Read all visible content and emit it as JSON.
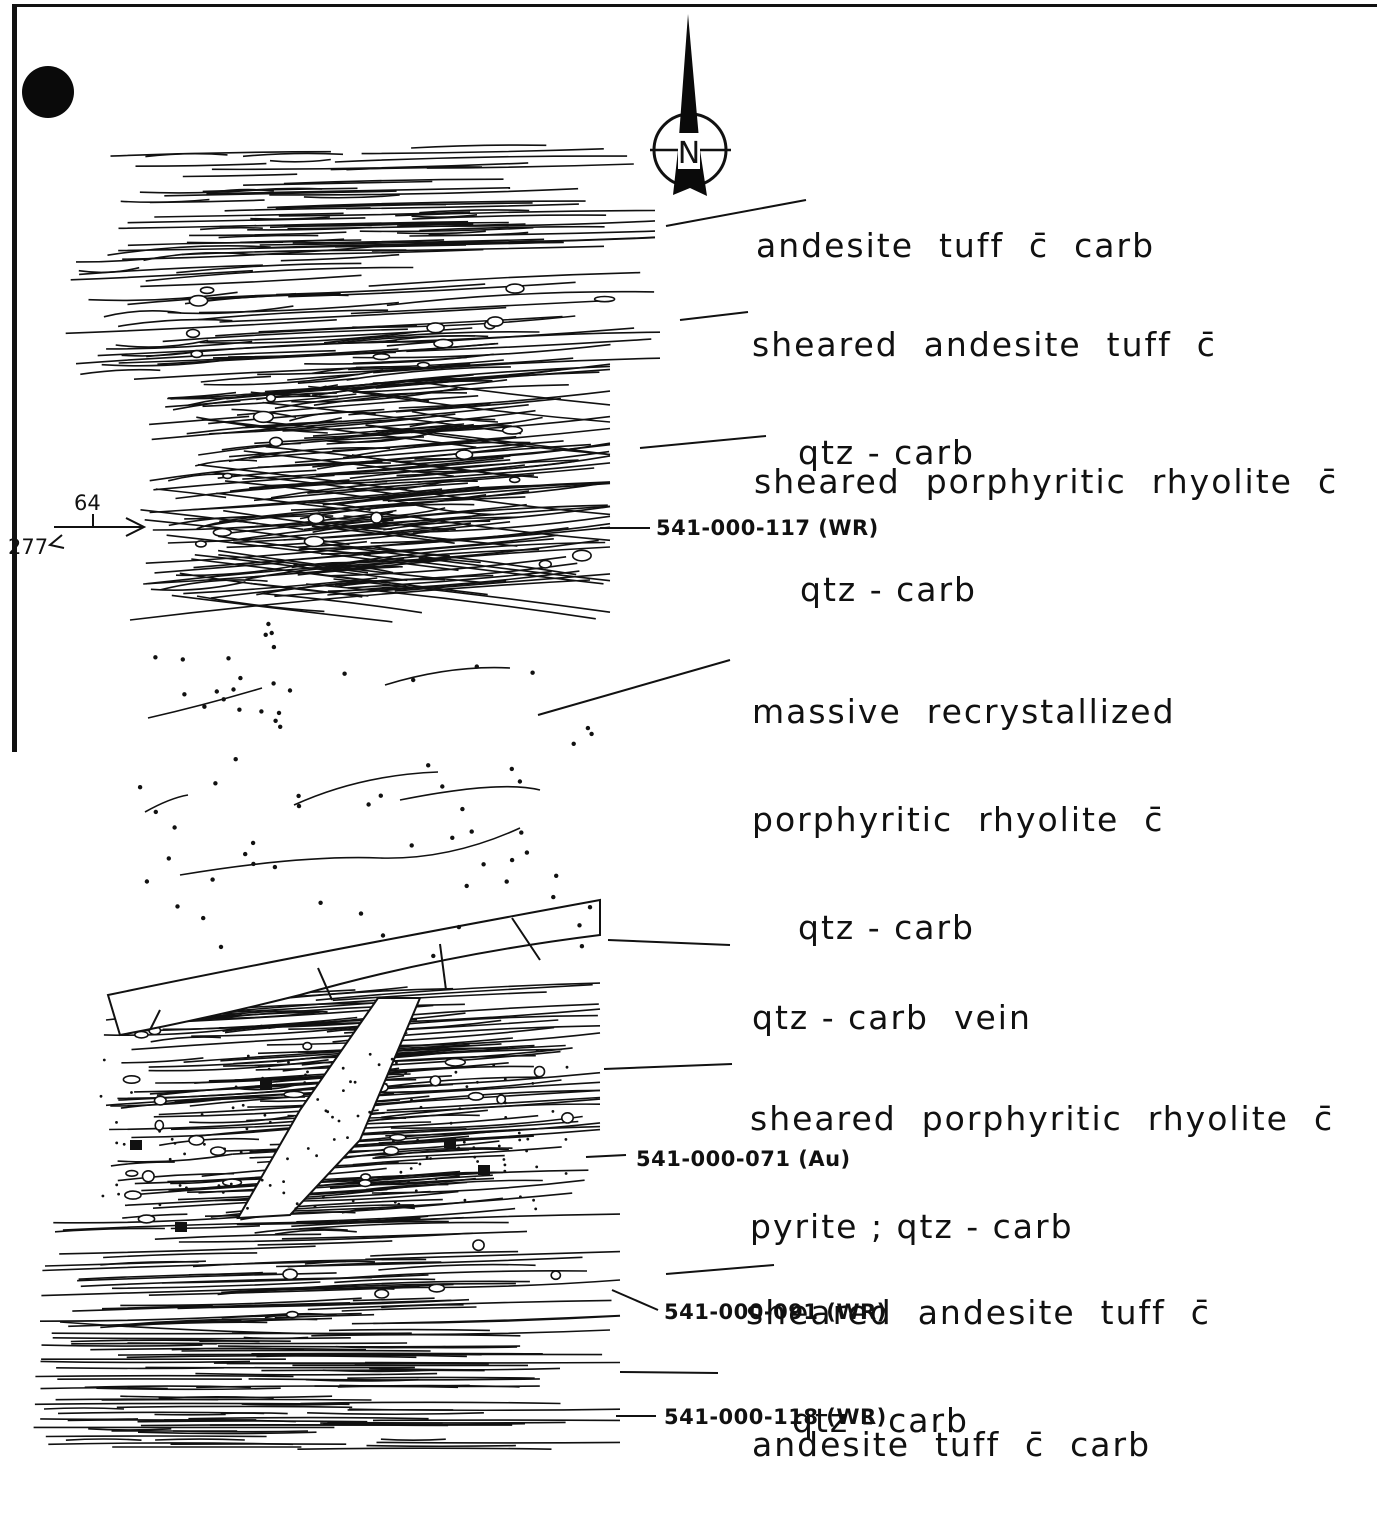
{
  "north_arrow": {
    "letter": "N"
  },
  "attitude": {
    "dip": "64",
    "strike": "277"
  },
  "units": [
    {
      "id": "u1",
      "lines": [
        "andesite  tuff  c̄  carb"
      ]
    },
    {
      "id": "u2",
      "lines": [
        "sheared  andesite  tuff  c̄",
        "qtz - carb"
      ]
    },
    {
      "id": "u3",
      "lines": [
        "sheared  porphyritic  rhyolite  c̄",
        "qtz - carb"
      ]
    },
    {
      "id": "u4",
      "lines": [
        "massive  recrystallized",
        "porphyritic  rhyolite  c̄",
        "qtz - carb"
      ]
    },
    {
      "id": "u5",
      "lines": [
        "qtz - carb  vein"
      ]
    },
    {
      "id": "u6",
      "lines": [
        "sheared  porphyritic  rhyolite  c̄",
        "pyrite ; qtz - carb"
      ]
    },
    {
      "id": "u7",
      "lines": [
        "sheared  andesite  tuff  c̄",
        "qtz - carb"
      ]
    },
    {
      "id": "u8",
      "lines": [
        "andesite  tuff  c̄  carb"
      ]
    }
  ],
  "samples": [
    {
      "id": "s117",
      "label": "541-000-117 (WR)"
    },
    {
      "id": "s071",
      "label": "541-000-071 (Au)"
    },
    {
      "id": "s091",
      "label": "541-000-091 (WR)"
    },
    {
      "id": "s118",
      "label": "541-000-118 (WR)"
    }
  ]
}
